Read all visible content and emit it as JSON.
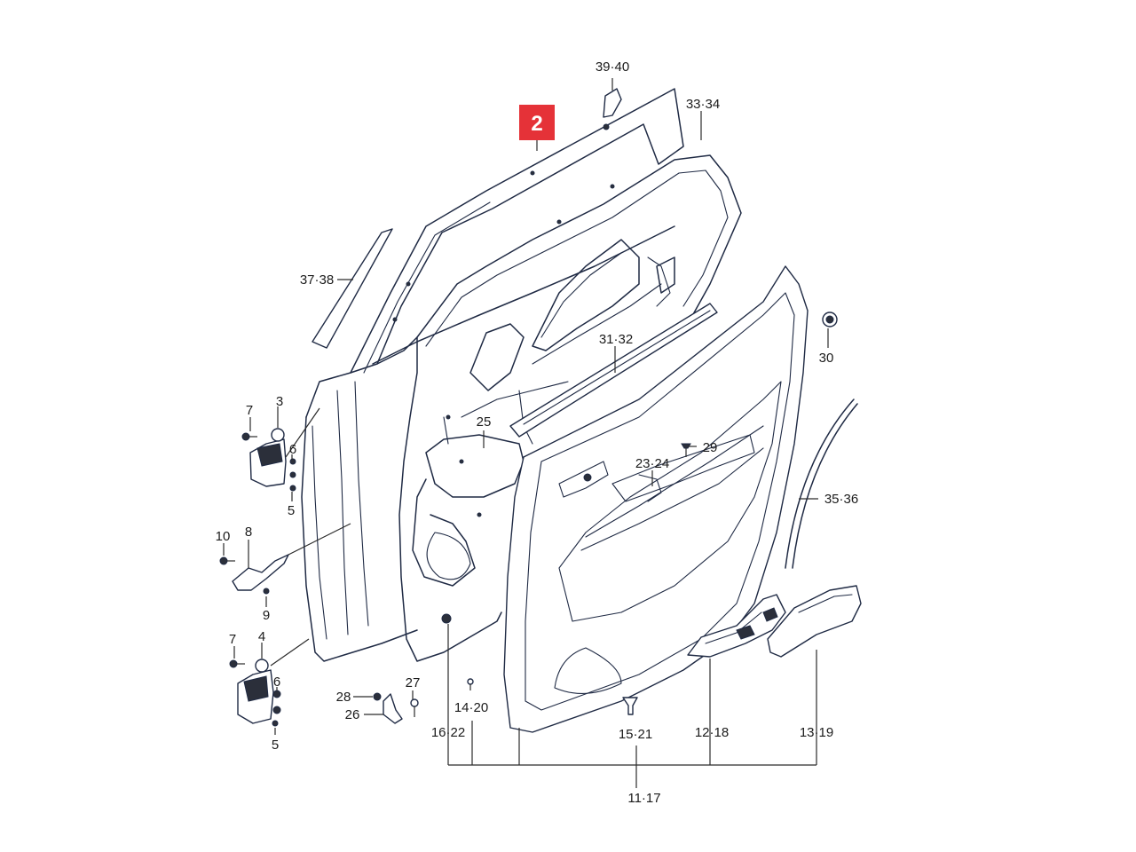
{
  "highlight": {
    "label": "2",
    "color": "#e53238"
  },
  "labels": {
    "l3940": "39·40",
    "l3334": "33·34",
    "l3738": "37·38",
    "l30": "30",
    "l3132": "31·32",
    "l25": "25",
    "l29": "29",
    "l2324": "23·24",
    "l3536": "35·36",
    "l7a": "7",
    "l3": "3",
    "l6a": "6",
    "l5a": "5",
    "l10": "10",
    "l8": "8",
    "l9": "9",
    "l7b": "7",
    "l4": "4",
    "l6b": "6",
    "l5b": "5",
    "l28": "28",
    "l27": "27",
    "l26": "26",
    "l1420": "14·20",
    "l1622": "16·22",
    "l1521": "15·21",
    "l1218": "12·18",
    "l1319": "13·19",
    "l1117": "11·17"
  },
  "colors": {
    "line": "#1f2a44",
    "text": "#1b1b1b",
    "background": "#ffffff"
  }
}
